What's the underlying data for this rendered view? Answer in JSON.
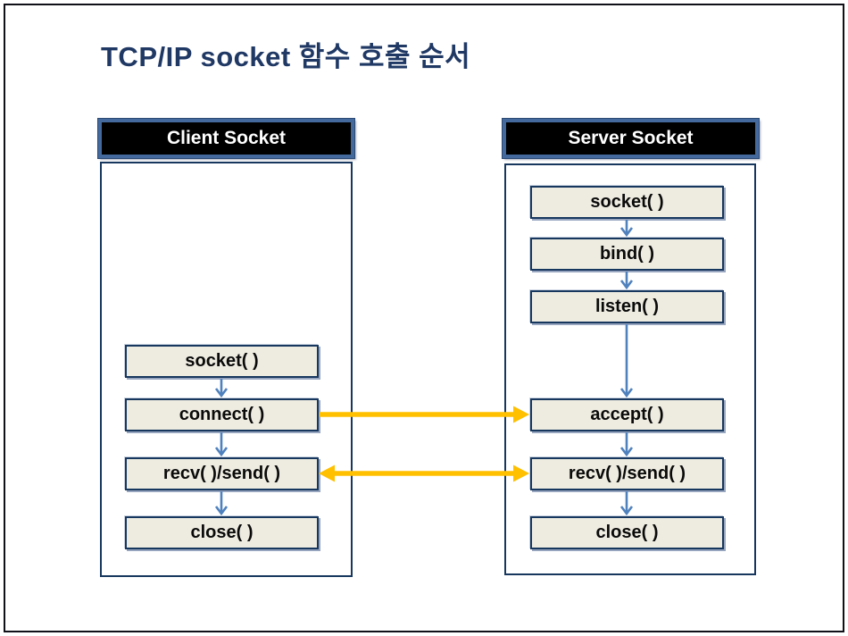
{
  "title": "TCP/IP socket 함수 호출 순서",
  "colors": {
    "title_text": "#1f3864",
    "header_bg": "#000000",
    "header_border": "#44699d",
    "header_text": "#ffffff",
    "box_bg": "#eeece1",
    "box_border": "#17375e",
    "container_border": "#17375e",
    "flow_arrow_blue": "#4f81bd",
    "cross_arrow_yellow": "#ffc000",
    "outer_frame": "#101018"
  },
  "client": {
    "header": "Client Socket",
    "boxes": [
      {
        "label": "socket( )"
      },
      {
        "label": "connect( )"
      },
      {
        "label": "recv( )/send( )"
      },
      {
        "label": "close( )"
      }
    ]
  },
  "server": {
    "header": "Server Socket",
    "boxes": [
      {
        "label": "socket( )"
      },
      {
        "label": "bind( )"
      },
      {
        "label": "listen( )"
      },
      {
        "label": "accept( )"
      },
      {
        "label": "recv( )/send( )"
      },
      {
        "label": "close( )"
      }
    ]
  },
  "arrows": {
    "client_flow": [
      "socket( ) → connect( )",
      "connect( ) → recv( )/send( )",
      "recv( )/send( ) → close( )"
    ],
    "server_flow": [
      "socket( ) → bind( )",
      "bind( ) → listen( )",
      "listen( ) → accept( )",
      "accept( ) → recv( )/send( )",
      "recv( )/send( ) → close( )"
    ],
    "cross": [
      {
        "from": "client connect( )",
        "to": "server accept( )",
        "direction": "right"
      },
      {
        "from": "client recv( )/send( )",
        "to": "server recv( )/send( )",
        "direction": "both"
      }
    ]
  }
}
